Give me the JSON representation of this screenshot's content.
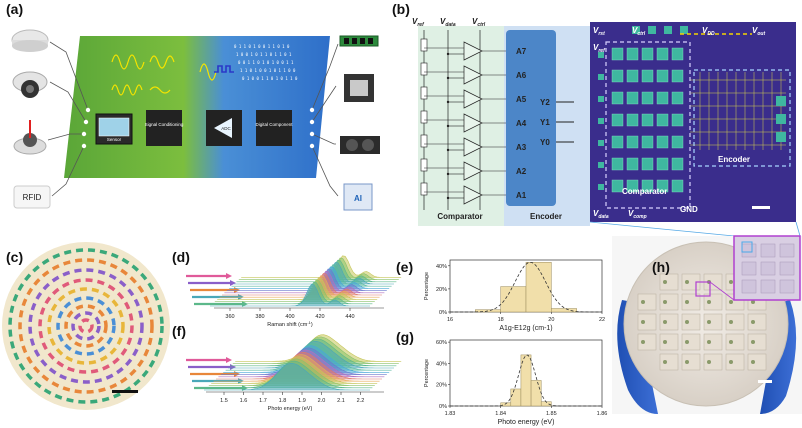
{
  "panel_labels": {
    "a": "(a)",
    "b": "(b)",
    "c": "(c)",
    "d": "(d)",
    "e": "(e)",
    "f": "(f)",
    "g": "(g)",
    "h": "(h)"
  },
  "panel_a": {
    "blocks": [
      {
        "label": "Sensor"
      },
      {
        "label": "Signal Conditioning"
      },
      {
        "label": "ADC"
      },
      {
        "label": "Digital Component"
      }
    ],
    "rfid": "RFID",
    "ai": "AI"
  },
  "panel_b": {
    "inputs": {
      "vref": "V",
      "vref_sub": "ref",
      "vdata": "V",
      "vdata_sub": "data",
      "vctrl": "V",
      "vctrl_sub": "ctrl"
    },
    "comparator_label": "Comparator",
    "encoder_label": "Encoder",
    "a_outputs": [
      "A7",
      "A6",
      "A5",
      "A4",
      "A3",
      "A2",
      "A1"
    ],
    "y_outputs": [
      "Y2",
      "Y1",
      "Y0"
    ],
    "micro_labels": {
      "vrst": "V",
      "vrst_sub": "rst",
      "vctrl": "V",
      "vctrl_sub": "ctrl",
      "vdd": "V",
      "vdd_sub": "DD",
      "vout": "V",
      "vout_sub": "out",
      "vref": "V",
      "vref_sub": "ref",
      "vdata": "V",
      "vdata_sub": "data",
      "vcomp": "V",
      "vcomp_sub": "comp",
      "gnd": "GND",
      "encoder": "Encoder",
      "comparator": "Comparator"
    }
  },
  "panel_d": {
    "xlabel": "Raman shift (cm",
    "xlabel_sup": "-1",
    "xlabel_end": ")",
    "ticks": [
      "360",
      "380",
      "400",
      "420",
      "440"
    ]
  },
  "panel_f": {
    "xlabel": "Photo energy (eV)",
    "ticks": [
      "1.5",
      "1.6",
      "1.7",
      "1.8",
      "1.9",
      "2.0",
      "2.1",
      "2.2"
    ]
  },
  "chart_data": [
    {
      "panel": "e",
      "type": "bar",
      "xlabel": "A1g-E12g (cm-1)",
      "ylabel": "Percentage",
      "x_ticks": [
        "16",
        "18",
        "20",
        "22"
      ],
      "y_ticks": [
        "0%",
        "20%",
        "40%"
      ],
      "xlim": [
        16,
        22
      ],
      "ylim": [
        0,
        45
      ],
      "bin_width": 1,
      "bins": [
        17.5,
        18.5,
        19.5,
        20.5
      ],
      "values": [
        2,
        22,
        43,
        3
      ]
    },
    {
      "panel": "g",
      "type": "bar",
      "xlabel": "Photo energy (eV)",
      "ylabel": "Percentage",
      "x_ticks": [
        "1.83",
        "1.84",
        "1.85",
        "1.86"
      ],
      "y_ticks": [
        "0%",
        "20%",
        "40%",
        "60%"
      ],
      "xlim": [
        1.83,
        1.86
      ],
      "ylim": [
        0,
        62
      ],
      "bin_width": 0.002,
      "bins": [
        1.841,
        1.843,
        1.845,
        1.847,
        1.849
      ],
      "values": [
        3,
        16,
        48,
        24,
        4
      ]
    }
  ]
}
